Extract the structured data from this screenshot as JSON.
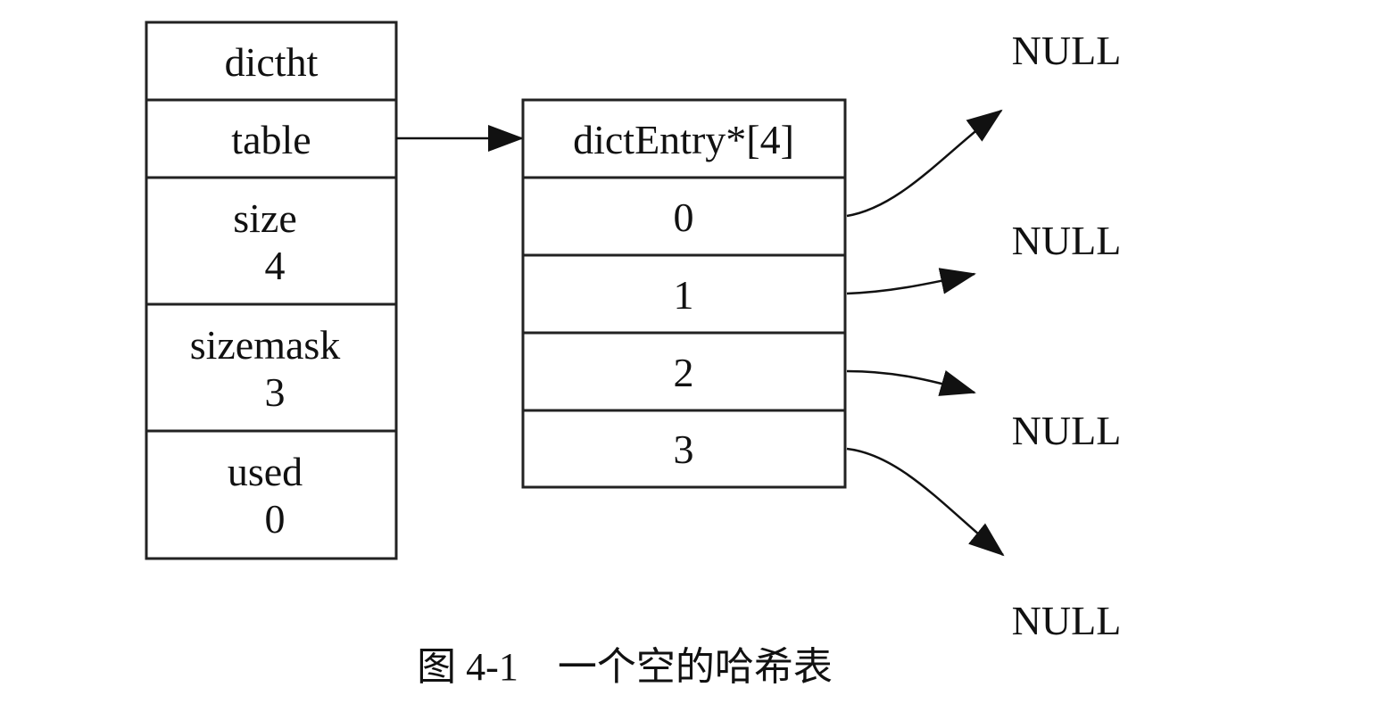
{
  "dictht": {
    "title": "dictht",
    "table": "table",
    "size_label": "size",
    "size_value": "4",
    "sizemask_label": "sizemask",
    "sizemask_value": "3",
    "used_label": "used",
    "used_value": "0"
  },
  "entries": {
    "header": "dictEntry*[4]",
    "slots": [
      "0",
      "1",
      "2",
      "3"
    ]
  },
  "nulls": [
    "NULL",
    "NULL",
    "NULL",
    "NULL"
  ],
  "caption": "图 4-1　一个空的哈希表",
  "colors": {
    "stroke": "#222222",
    "text": "#111111",
    "background": "#ffffff"
  }
}
